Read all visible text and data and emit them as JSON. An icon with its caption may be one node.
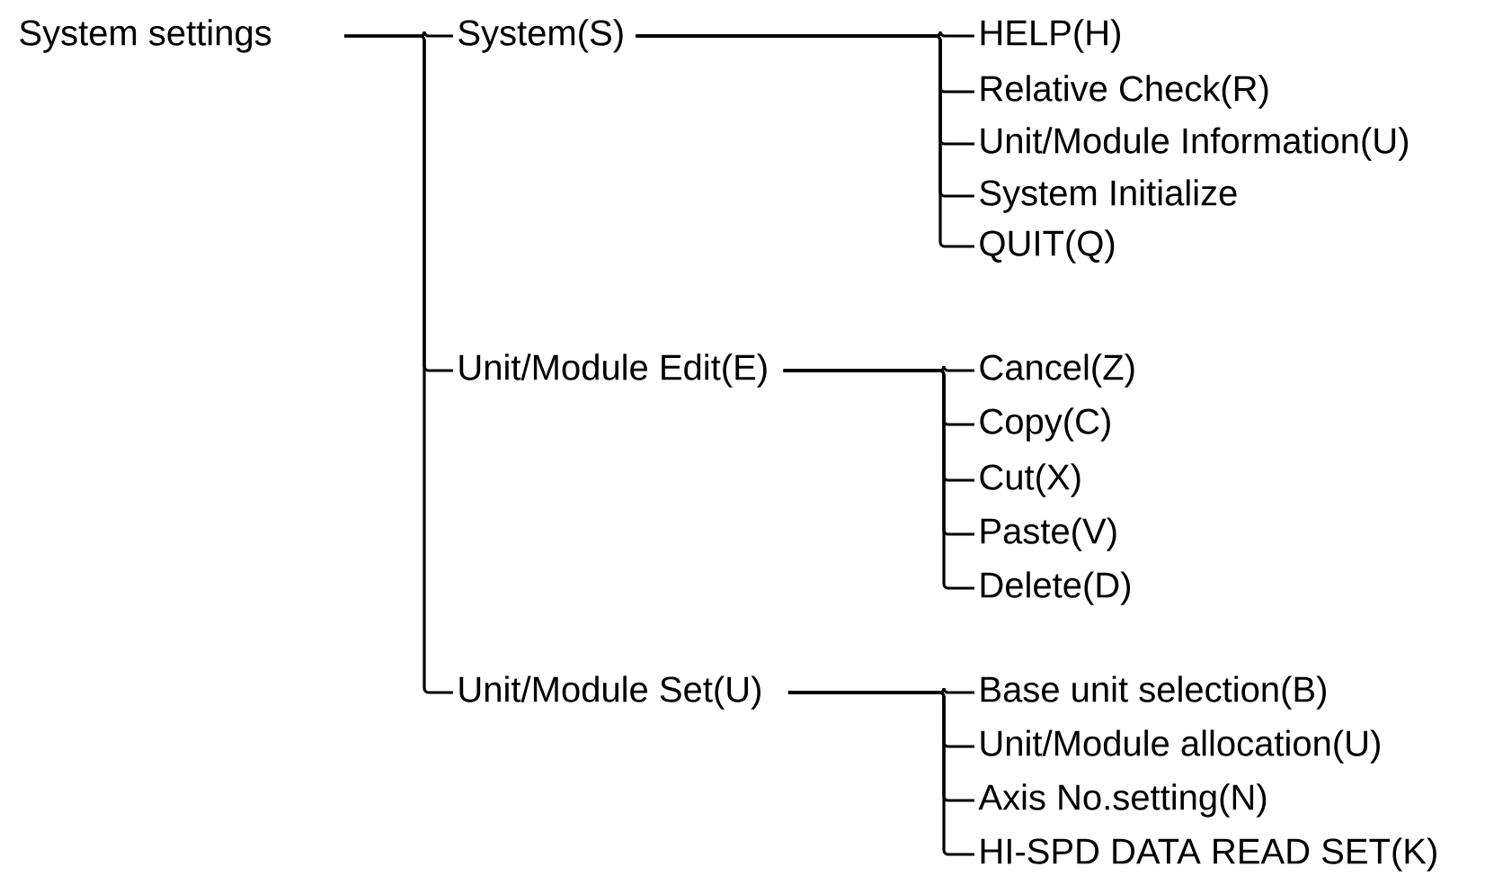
{
  "diagram": {
    "nodes": [
      {
        "text": [
          "System settings"
        ]
      },
      {
        "text": [
          "System(S)"
        ]
      },
      {
        "text": [
          "HELP(H)"
        ]
      },
      {
        "text": [
          "Relative Check(R)"
        ]
      },
      {
        "text": [
          "Unit/Module Information(U)"
        ]
      },
      {
        "text": [
          "System Initialize"
        ]
      },
      {
        "text": [
          "QUIT(Q)"
        ]
      },
      {
        "text": [
          "Unit/Module Edit(E)"
        ]
      },
      {
        "text": [
          "Cancel(Z)"
        ]
      },
      {
        "text": [
          "Copy(C)"
        ]
      },
      {
        "text": [
          "Cut(X)"
        ]
      },
      {
        "text": [
          "Paste(V)"
        ]
      },
      {
        "text": [
          "Delete(D)"
        ]
      },
      {
        "text": [
          "Unit/Module Set(U)"
        ]
      },
      {
        "text": [
          "Base unit selection(B)"
        ]
      },
      {
        "text": [
          "Unit/Module allocation(U)"
        ]
      },
      {
        "text": [
          "Axis No.setting(N)"
        ]
      },
      {
        "text": [
          "HI-SPD DATA READ SET(K)"
        ]
      }
    ],
    "edges": [
      {
        "from": 0,
        "to": 1,
        "arrow": "none"
      },
      {
        "from": 0,
        "to": 7,
        "arrow": "none"
      },
      {
        "from": 0,
        "to": 13,
        "arrow": "none"
      },
      {
        "from": 1,
        "to": 2,
        "arrow": "none"
      },
      {
        "from": 1,
        "to": 3,
        "arrow": "none"
      },
      {
        "from": 1,
        "to": 4,
        "arrow": "none"
      },
      {
        "from": 1,
        "to": 5,
        "arrow": "none"
      },
      {
        "from": 1,
        "to": 6,
        "arrow": "none"
      },
      {
        "from": 7,
        "to": 8,
        "arrow": "none"
      },
      {
        "from": 7,
        "to": 9,
        "arrow": "none"
      },
      {
        "from": 7,
        "to": 10,
        "arrow": "none"
      },
      {
        "from": 7,
        "to": 11,
        "arrow": "none"
      },
      {
        "from": 7,
        "to": 12,
        "arrow": "none"
      },
      {
        "from": 13,
        "to": 14,
        "arrow": "none"
      },
      {
        "from": 13,
        "to": 15,
        "arrow": "none"
      },
      {
        "from": 13,
        "to": 16,
        "arrow": "none"
      },
      {
        "from": 13,
        "to": 17,
        "arrow": "none"
      }
    ]
  }
}
